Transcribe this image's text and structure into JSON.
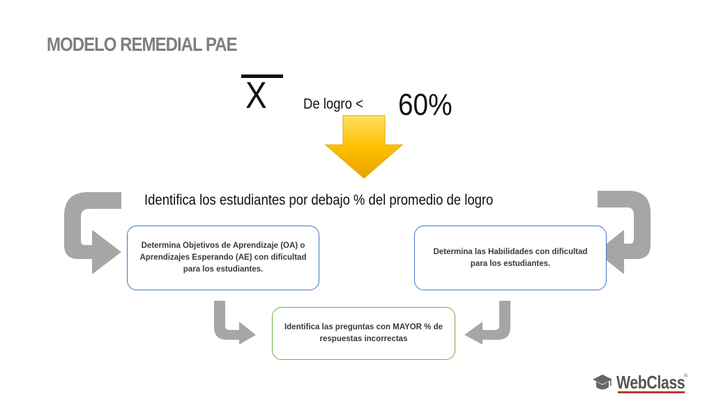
{
  "title": "MODELO REMEDIAL PAE",
  "formula": {
    "symbol": "X",
    "condition_label": "De logro <",
    "threshold": "60%"
  },
  "step_identify_students": "Identifica los estudiantes por debajo % del promedio de logro",
  "boxes": {
    "objectives": "Determina Objetivos de Aprendizaje (OA) o Aprendizajes Esperando (AE) con dificultad para los estudiantes.",
    "skills": "Determina las Habilidades con dificultad para los estudiantes.",
    "questions": "Identifica las preguntas con MAYOR % de respuestas incorrectas"
  },
  "logo": {
    "text": "WebClass",
    "registered": "®"
  },
  "colors": {
    "title": "#7f7f7f",
    "arrow_gray": "#a6a6a6",
    "arrow_yellow": "#ffc000",
    "box_border_blue": "#4472c4",
    "box_border_green": "#70ad47",
    "logo_accent": "#c0392b"
  }
}
